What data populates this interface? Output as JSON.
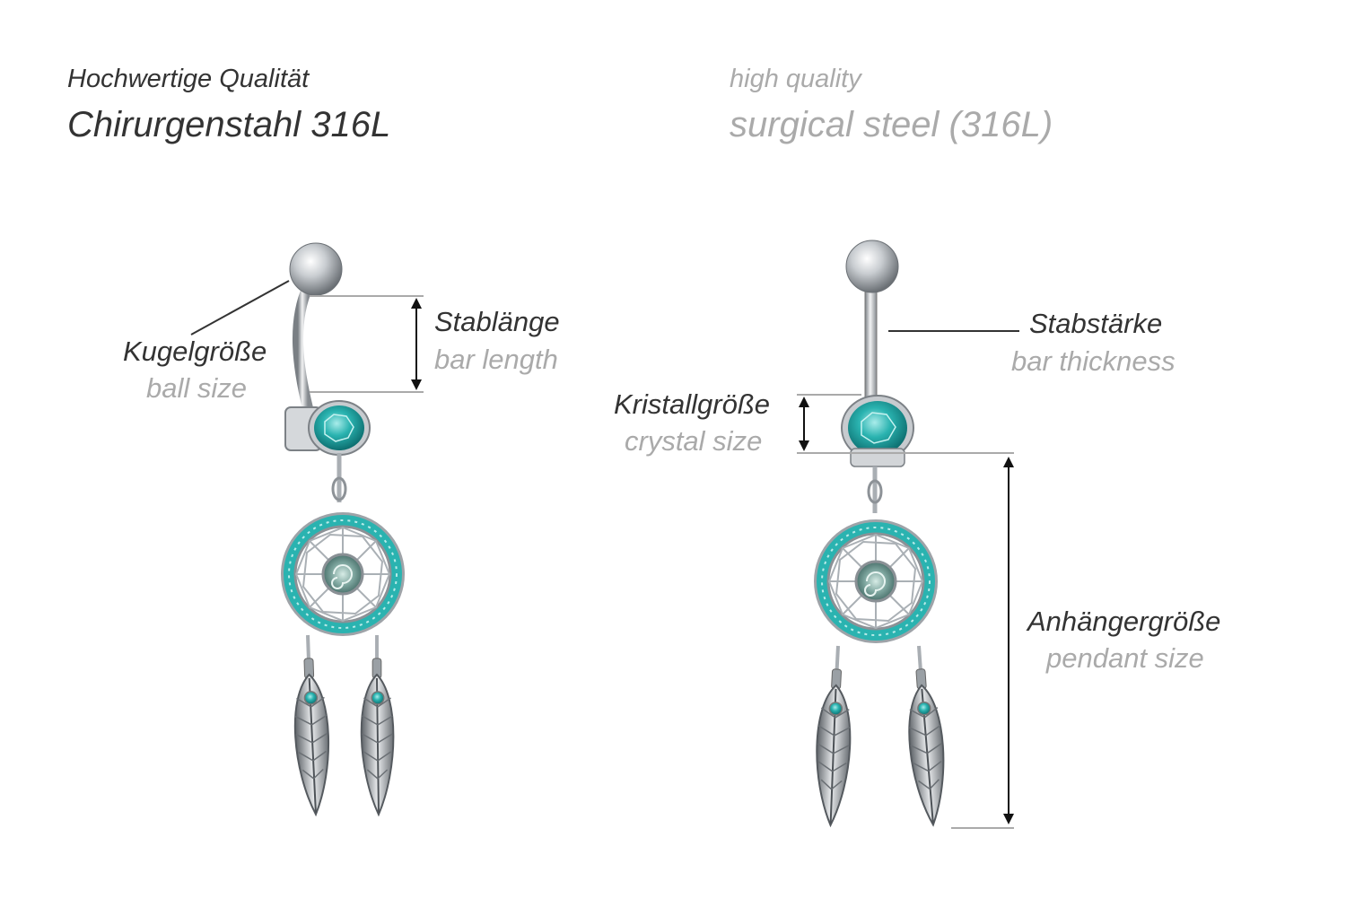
{
  "header": {
    "de_subtitle": "Hochwertige Qualität",
    "de_title": "Chirurgenstahl 316L",
    "en_subtitle": "high quality",
    "en_title": "surgical steel (316L)"
  },
  "labels": {
    "ball_size_de": "Kugelgröße",
    "ball_size_en": "ball size",
    "bar_length_de": "Stablänge",
    "bar_length_en": "bar length",
    "bar_thickness_de": "Stabstärke",
    "bar_thickness_en": "bar thickness",
    "crystal_size_de": "Kristallgröße",
    "crystal_size_en": "crystal size",
    "pendant_size_de": "Anhängergröße",
    "pendant_size_en": "pendant size"
  },
  "colors": {
    "text_dark": "#333333",
    "text_light": "#aaaaaa",
    "crystal": "#2ab3b0",
    "steel": "#c8ccd0"
  }
}
